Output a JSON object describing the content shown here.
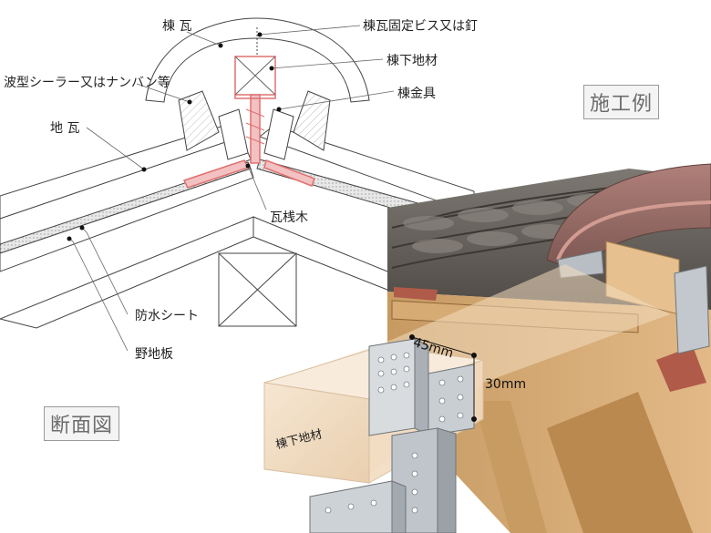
{
  "labels": {
    "munegawara": "棟 瓦",
    "fixing_screw": "棟瓦固定ビス又は釘",
    "wave_sealer": "波型シーラー又はナンバン等",
    "mune_shitajizai": "棟下地材",
    "mune_kanagu": "棟金具",
    "jigawara": "地 瓦",
    "kawara_sanki": "瓦桟木",
    "bousui_sheet": "防水シート",
    "nojiita": "野地板",
    "photo_mune_shitajizai": "棟下地材"
  },
  "section_titles": {
    "construction_example": "施工例",
    "cross_section": "断面図"
  },
  "dimensions": {
    "width": "45mm",
    "height": "30mm"
  },
  "colors": {
    "roof_tile": "#6a6560",
    "ridge_tile": "#9a6d66",
    "lumber": "#e8cfa8",
    "metal": "#c8ccd0",
    "highlight_pink": "#e88a8a"
  }
}
